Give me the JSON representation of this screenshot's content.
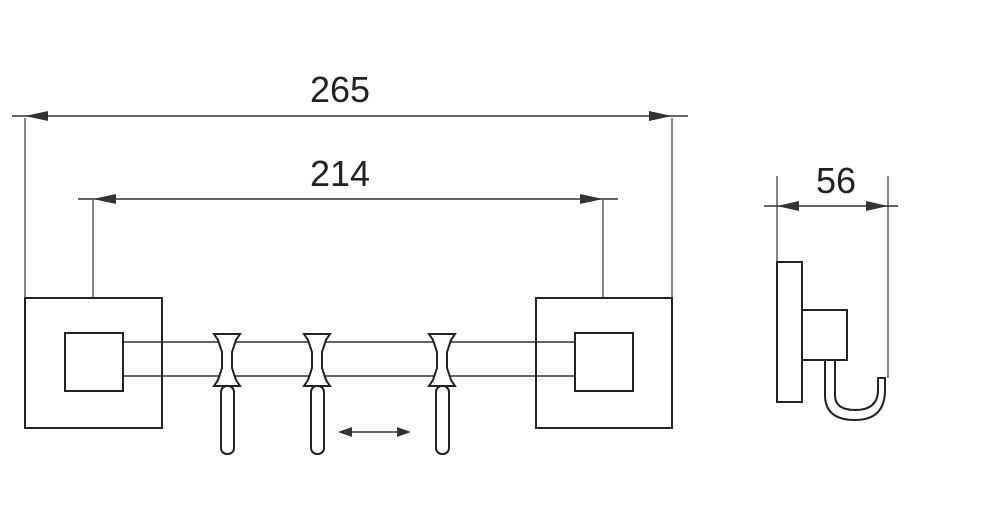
{
  "front_view": {
    "overall_width": "265",
    "mount_spacing": "214"
  },
  "side_view": {
    "depth": "56"
  },
  "colors": {
    "line": "#333333",
    "background": "#ffffff"
  }
}
